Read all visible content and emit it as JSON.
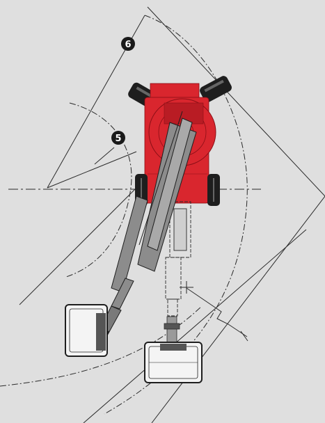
{
  "diagram": {
    "callouts": [
      {
        "id": "reach-6",
        "label": "6"
      },
      {
        "id": "reach-5",
        "label": "5"
      }
    ],
    "colors": {
      "background": "#dfdfdf",
      "machine_red": "#d9262e",
      "machine_red_dark": "#a8121a",
      "boom_gray": "#8c8c8c",
      "line": "#2a2a2a",
      "callout_fill": "#1a1a1a",
      "callout_text": "#ffffff"
    }
  }
}
